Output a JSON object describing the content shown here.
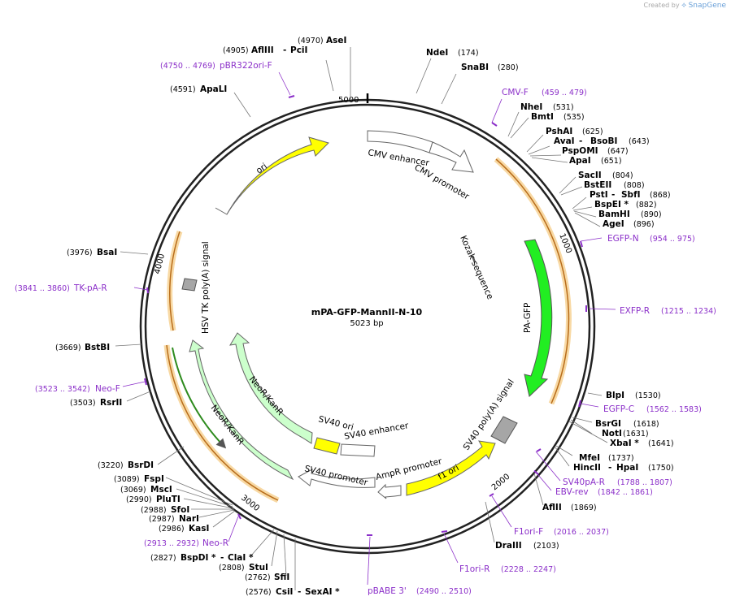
{
  "brand": {
    "created_by": "Created by",
    "product": "SnapGene"
  },
  "plasmid": {
    "name": "mPA-GFP-MannII-N-10",
    "length": 5023,
    "length_label": "5023 bp"
  },
  "ticks": [
    "1000",
    "2000",
    "3000",
    "4000",
    "5000"
  ],
  "colors": {
    "ori": "#ffff00",
    "pa_gfp": "#22ee22",
    "neo": "#ccffcc",
    "grey": "#a6a6a6",
    "orange": "#f5a623",
    "primer": "#8b2fc9"
  },
  "features": {
    "ori": "ori",
    "cmv_enhancer": "CMV enhancer",
    "cmv_promoter": "CMV promoter",
    "kozak": "Kozak sequence",
    "pa_gfp": "PA-GFP",
    "sv40_polya": "SV40 poly(A) signal",
    "f1_ori": "f1 ori",
    "ampr_promoter": "AmpR promoter",
    "sv40_promoter": "SV40 promoter",
    "sv40_ori": "SV40 ori",
    "sv40_enhancer": "SV40 enhancer",
    "neokanr_inner": "NeoR/KanR",
    "neokanr_outer": "NeoR/KanR",
    "hsv_tk": "HSV TK poly(A) signal"
  },
  "enzymes": [
    {
      "name": "AseI",
      "pos": "(4970)"
    },
    {
      "name": "AflIII",
      "name2": "PciI",
      "pos": "(4905)"
    },
    {
      "name": "ApaLI",
      "pos": "(4591)"
    },
    {
      "name": "NdeI",
      "pos": "(174)"
    },
    {
      "name": "SnaBI",
      "pos": "(280)"
    },
    {
      "name": "NheI",
      "pos": "(531)"
    },
    {
      "name": "BmtI",
      "pos": "(535)"
    },
    {
      "name": "PshAI",
      "pos": "(625)"
    },
    {
      "name": "AvaI",
      "name2": "BsoBI",
      "pos": "(643)"
    },
    {
      "name": "PspOMI",
      "pos": "(647)"
    },
    {
      "name": "ApaI",
      "pos": "(651)"
    },
    {
      "name": "SacII",
      "pos": "(804)"
    },
    {
      "name": "BstEII",
      "pos": "(808)"
    },
    {
      "name": "PstI",
      "name2": "SbfI",
      "pos": "(868)"
    },
    {
      "name": "BspEI *",
      "pos": "(882)"
    },
    {
      "name": "BamHI",
      "pos": "(890)"
    },
    {
      "name": "AgeI",
      "pos": "(896)"
    },
    {
      "name": "BlpI",
      "pos": "(1530)"
    },
    {
      "name": "BsrGI",
      "pos": "(1618)"
    },
    {
      "name": "NotI",
      "pos": "(1631)"
    },
    {
      "name": "XbaI *",
      "pos": "(1641)"
    },
    {
      "name": "MfeI",
      "pos": "(1737)"
    },
    {
      "name": "HincII",
      "name2": "HpaI",
      "pos": "(1750)"
    },
    {
      "name": "AflII",
      "pos": "(1869)"
    },
    {
      "name": "DraIII",
      "pos": "(2103)"
    },
    {
      "name": "BsaI",
      "pos": "(3976)"
    },
    {
      "name": "BstBI",
      "pos": "(3669)"
    },
    {
      "name": "RsrII",
      "pos": "(3503)"
    },
    {
      "name": "BsrDI",
      "pos": "(3220)"
    },
    {
      "name": "FspI",
      "pos": "(3089)"
    },
    {
      "name": "MscI",
      "pos": "(3069)"
    },
    {
      "name": "PluTI",
      "pos": "(2990)"
    },
    {
      "name": "SfoI",
      "pos": "(2988)"
    },
    {
      "name": "NarI",
      "pos": "(2987)"
    },
    {
      "name": "KasI",
      "pos": "(2986)"
    },
    {
      "name": "BspDI *",
      "name2": "ClaI *",
      "pos": "(2827)"
    },
    {
      "name": "StuI",
      "pos": "(2808)"
    },
    {
      "name": "SfiI",
      "pos": "(2762)"
    },
    {
      "name": "CsiI",
      "name2": "SexAI *",
      "pos": "(2576)"
    }
  ],
  "primers": [
    {
      "name": "pBR322ori-F",
      "range": "(4750 .. 4769)"
    },
    {
      "name": "CMV-F",
      "range": "(459 .. 479)"
    },
    {
      "name": "EGFP-N",
      "range": "(954 .. 975)"
    },
    {
      "name": "EXFP-R",
      "range": "(1215 .. 1234)"
    },
    {
      "name": "EGFP-C",
      "range": "(1562 .. 1583)"
    },
    {
      "name": "SV40pA-R",
      "range": "(1788 .. 1807)"
    },
    {
      "name": "EBV-rev",
      "range": "(1842 .. 1861)"
    },
    {
      "name": "F1ori-F",
      "range": "(2016 .. 2037)"
    },
    {
      "name": "F1ori-R",
      "range": "(2228 .. 2247)"
    },
    {
      "name": "pBABE 3'",
      "range": "(2490 .. 2510)"
    },
    {
      "name": "Neo-R",
      "range": "(2913 .. 2932)"
    },
    {
      "name": "Neo-F",
      "range": "(3523 .. 3542)"
    },
    {
      "name": "TK-pA-R",
      "range": "(3841 .. 3860)"
    }
  ]
}
